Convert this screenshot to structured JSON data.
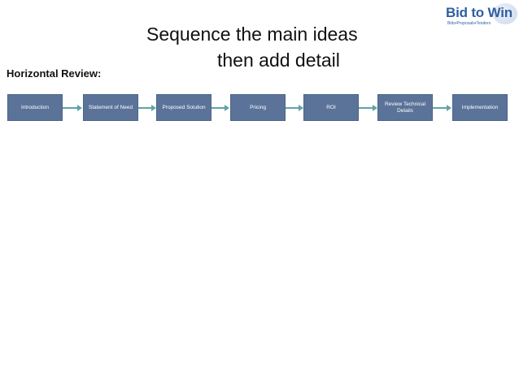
{
  "title": {
    "line1": "Sequence the main ideas",
    "line2": "then add detail"
  },
  "subtitle": "Horizontal Review:",
  "logo": {
    "brand_part1": "Bid",
    "brand_part2": " to ",
    "brand_part3": "Win",
    "tagline": "Bids•Proposals•Tenders"
  },
  "flow": {
    "steps": [
      "Introduction",
      "Statement of Need",
      "Proposed Solution",
      "Pricing",
      "ROI",
      "Review Technical Details",
      "Implementation"
    ]
  },
  "colors": {
    "box_fill": "#5b7399",
    "arrow": "#5fa3a7",
    "logo_blue": "#2f5fa0"
  }
}
